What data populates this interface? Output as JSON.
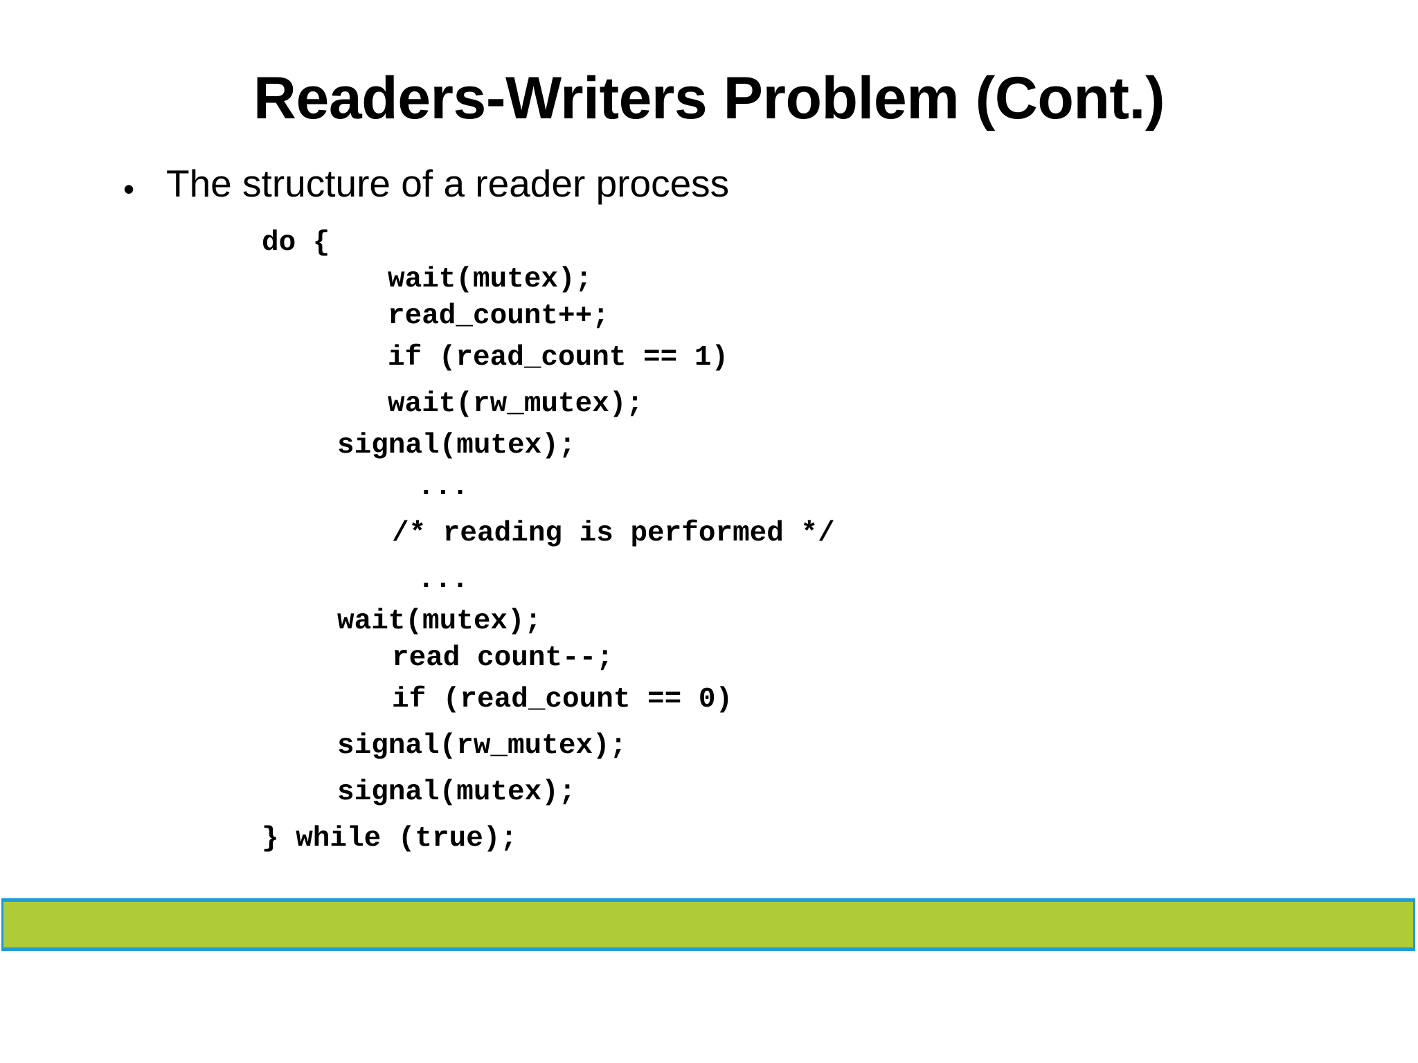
{
  "slide": {
    "title": "Readers-Writers Problem (Cont.)",
    "bullet_marker": "•",
    "bullet_text": "The structure of a reader process",
    "code_lines": [
      {
        "text": "do {",
        "indent": 378
      },
      {
        "text": "wait(mutex);",
        "indent": 560
      },
      {
        "text": "read_count++;",
        "indent": 560
      },
      {
        "text": "if (read_count == 1)",
        "indent": 560
      },
      {
        "text": "wait(rw_mutex);",
        "indent": 560
      },
      {
        "text": "signal(mutex);",
        "indent": 487
      },
      {
        "text": "...",
        "indent": 603
      },
      {
        "text": "/* reading is performed */",
        "indent": 566
      },
      {
        "text": "...",
        "indent": 603
      },
      {
        "text": "wait(mutex);",
        "indent": 487
      },
      {
        "text": "read count--;",
        "indent": 566
      },
      {
        "text": "if (read_count == 0)",
        "indent": 566
      },
      {
        "text": "signal(rw_mutex);",
        "indent": 487
      },
      {
        "text": "signal(mutex);",
        "indent": 487
      },
      {
        "text": "} while (true);",
        "indent": 378
      }
    ],
    "colors": {
      "background": "#ffffff",
      "text": "#000000",
      "bar_fill": "#b0cb38",
      "bar_border": "#1e9cd7"
    }
  }
}
